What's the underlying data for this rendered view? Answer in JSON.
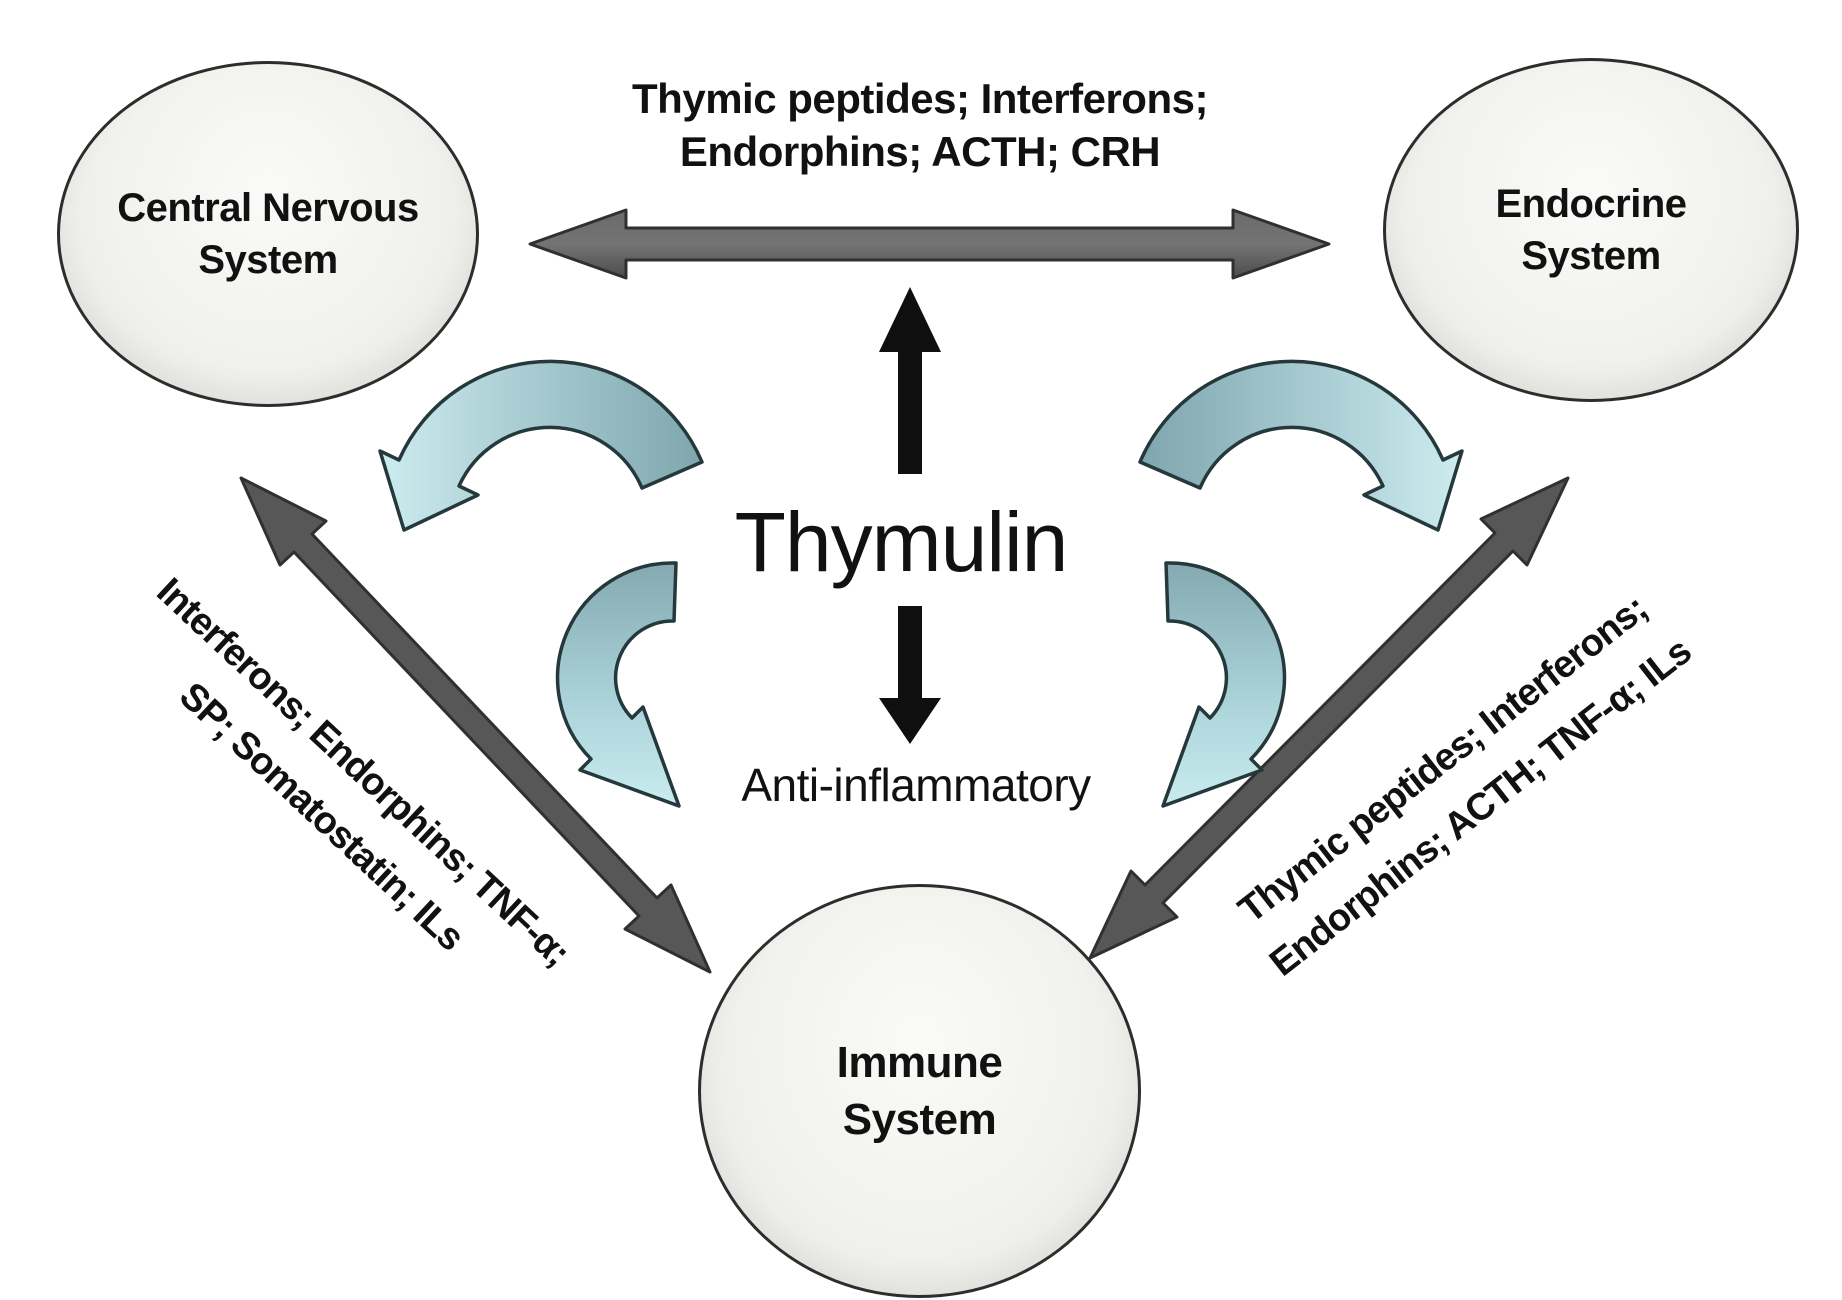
{
  "figure": {
    "title": "Thymulin neuroendocrine-immune interaction diagram",
    "center_molecule": "Thymulin",
    "center_action": "Anti-inflammatory"
  },
  "nodes": {
    "cns": {
      "line1": "Central Nervous",
      "line2": "System"
    },
    "endocrine": {
      "line1": "Endocrine",
      "line2": "System"
    },
    "immune": {
      "line1": "Immune",
      "line2": "System"
    }
  },
  "connections": {
    "cns_endocrine": {
      "line1": "Thymic peptides; Interferons;",
      "line2": "Endorphins; ACTH; CRH"
    },
    "cns_immune": {
      "line1": "Interferons; Endorphins; TNF-α;",
      "line2": "SP; Somatostatin; ILs"
    },
    "endocrine_immune": {
      "line1": "Thymic peptides; Interferons;",
      "line2": "Endorphins; ACTH; TNF-α; ILs"
    }
  },
  "colors": {
    "background": "#ffffff",
    "node_fill": "#efefec",
    "node_outline": "#2d2d2d",
    "gray_arrow": "#575757",
    "gray_arrow_outline": "#303030",
    "black_arrow": "#0f0f0f",
    "teal_light": "#c9ecef",
    "teal_dark": "#7fa6ae",
    "teal_outline": "#25393c",
    "text": "#111111"
  }
}
